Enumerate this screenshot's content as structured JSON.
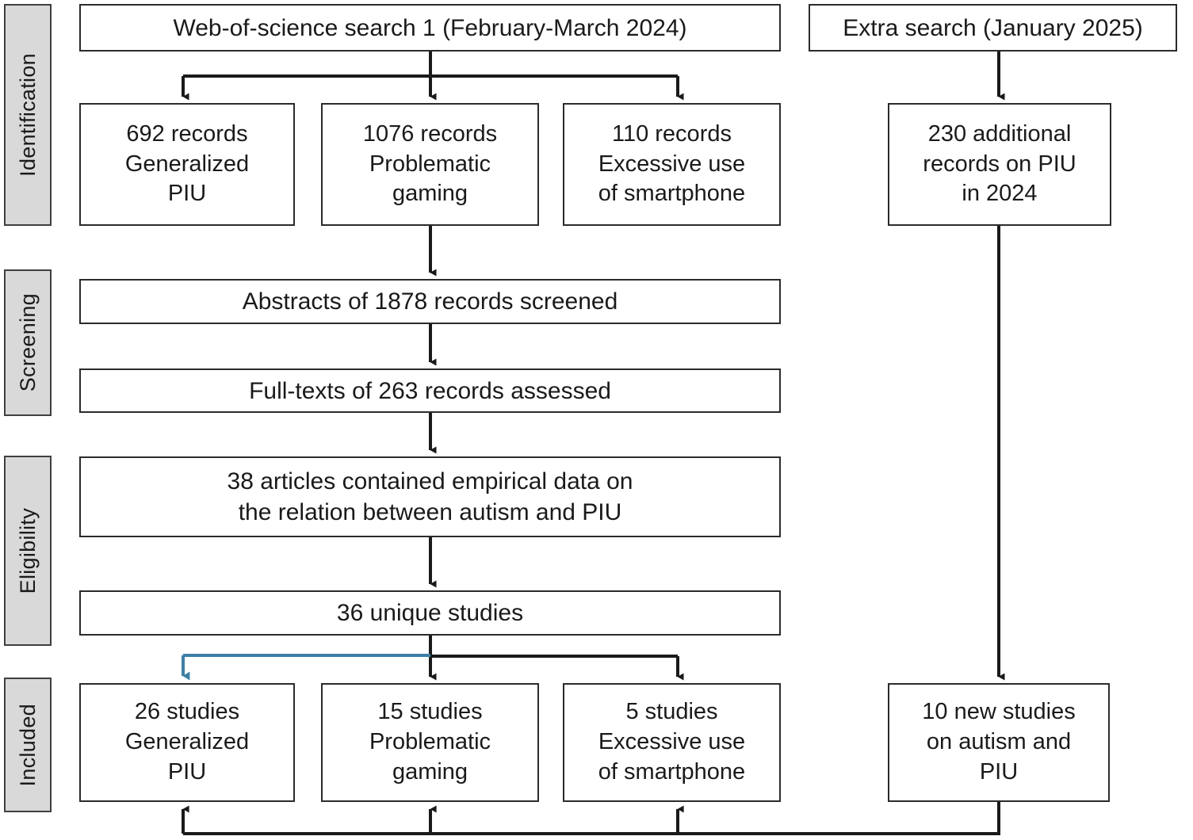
{
  "diagram": {
    "type": "prisma-flow-diagram",
    "title": "PRISMA flow diagram of record identification, screening, eligibility and inclusion",
    "colors": {
      "box_border": "#2b2b2b",
      "box_fill": "#ffffff",
      "stage_label_fill": "#d9d9d9",
      "stage_label_border": "#3f3f3f",
      "arrow_black": "#1a1a1a",
      "arrow_blue": "#3c7fa6"
    }
  },
  "stages": [
    {
      "id": "identification",
      "label": "Identification"
    },
    {
      "id": "screening",
      "label": "Screening"
    },
    {
      "id": "eligibility",
      "label": "Eligibility"
    },
    {
      "id": "included",
      "label": "Included"
    }
  ],
  "nodes": {
    "search1": {
      "text": "Web-of-science search 1 (February-March 2024)"
    },
    "extra_search": {
      "text": "Extra search (January 2025)"
    },
    "rec_piu": {
      "text": "692 records\nGeneralized\nPIU"
    },
    "rec_gaming": {
      "text": "1076 records\nProblematic\ngaming"
    },
    "rec_phone": {
      "text": "110 records\nExcessive use\nof smartphone"
    },
    "rec_extra": {
      "text": "230 additional\nrecords on PIU\nin 2024"
    },
    "abstracts": {
      "text": "Abstracts of 1878 records screened"
    },
    "fulltexts": {
      "text": "Full-texts of 263 records assessed"
    },
    "articles38": {
      "text": "38 articles contained empirical data on\nthe relation between autism and PIU"
    },
    "unique36": {
      "text": "36 unique studies"
    },
    "inc_piu": {
      "text": "26 studies\nGeneralized\nPIU"
    },
    "inc_gaming": {
      "text": "15 studies\nProblematic\ngaming"
    },
    "inc_phone": {
      "text": "5 studies\nExcessive use\nof smartphone"
    },
    "inc_extra": {
      "text": "10 new studies\non autism and\nPIU"
    }
  },
  "counts": {
    "records_generalized_piu": 692,
    "records_problematic_gaming": 1076,
    "records_excessive_smartphone": 110,
    "records_additional_2024": 230,
    "abstracts_screened": 1878,
    "fulltexts_assessed": 263,
    "articles_empirical": 38,
    "unique_studies": 36,
    "included_generalized_piu": 26,
    "included_problematic_gaming": 15,
    "included_excessive_smartphone": 5,
    "included_new_autism_piu": 10
  },
  "edges": [
    {
      "from": "search1",
      "to": "rec_piu",
      "color": "#1a1a1a",
      "style": "elbow"
    },
    {
      "from": "search1",
      "to": "rec_gaming",
      "color": "#1a1a1a",
      "style": "straight"
    },
    {
      "from": "search1",
      "to": "rec_phone",
      "color": "#1a1a1a",
      "style": "elbow"
    },
    {
      "from": "extra_search",
      "to": "rec_extra",
      "color": "#1a1a1a",
      "style": "straight"
    },
    {
      "from": "rec_gaming",
      "to": "abstracts",
      "color": "#1a1a1a",
      "style": "straight"
    },
    {
      "from": "abstracts",
      "to": "fulltexts",
      "color": "#1a1a1a",
      "style": "straight"
    },
    {
      "from": "fulltexts",
      "to": "articles38",
      "color": "#1a1a1a",
      "style": "straight"
    },
    {
      "from": "articles38",
      "to": "unique36",
      "color": "#1a1a1a",
      "style": "straight"
    },
    {
      "from": "unique36",
      "to": "inc_piu",
      "color": "#3c7fa6",
      "style": "elbow"
    },
    {
      "from": "unique36",
      "to": "inc_gaming",
      "color": "#1a1a1a",
      "style": "straight"
    },
    {
      "from": "unique36",
      "to": "inc_phone",
      "color": "#1a1a1a",
      "style": "elbow"
    },
    {
      "from": "rec_extra",
      "to": "inc_extra",
      "color": "#1a1a1a",
      "style": "straight"
    },
    {
      "from": "inc_extra",
      "to": "inc_phone",
      "color": "#1a1a1a",
      "style": "feedback-loop"
    },
    {
      "from": "inc_extra",
      "to": "inc_gaming",
      "color": "#1a1a1a",
      "style": "feedback-loop"
    },
    {
      "from": "inc_extra",
      "to": "inc_piu",
      "color": "#1a1a1a",
      "style": "feedback-loop"
    }
  ]
}
